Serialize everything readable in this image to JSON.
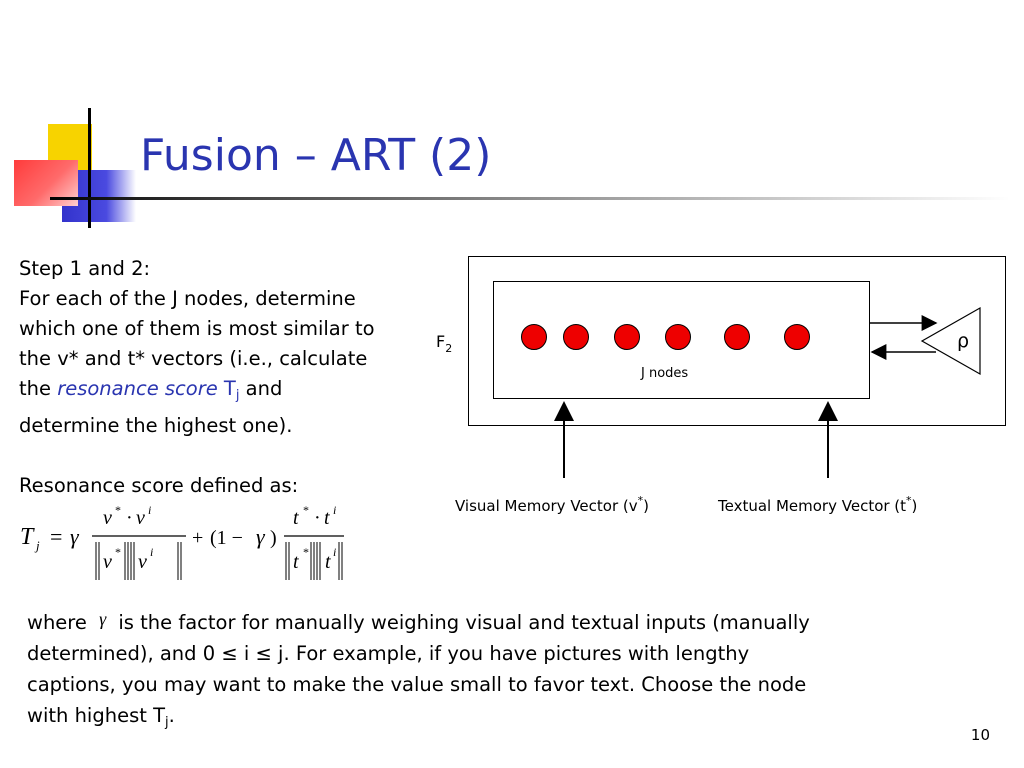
{
  "slide": {
    "title": "Fusion – ART (2)",
    "page_number": "10"
  },
  "left_text": {
    "line1": "Step 1 and 2:",
    "line2": "For each of the J nodes, determine",
    "line3": "which one of them is most similar to",
    "line4": "the v* and t* vectors (i.e., calculate",
    "line5_pre": "the ",
    "line5_emph": "resonance score",
    "line5_T": "T",
    "line5_sub": "j",
    "line5_post": " and",
    "line6": "determine the highest one).",
    "line7": "Resonance score defined as:"
  },
  "diagram": {
    "f2_label": "F",
    "f2_sub": "2",
    "j_nodes_label": "J nodes",
    "rho_label": "ρ",
    "visual_caption_pre": "Visual Memory Vector (v",
    "visual_caption_sup": "*",
    "visual_caption_post": ")",
    "textual_caption_pre": "Textual Memory Vector (t",
    "textual_caption_sup": "*",
    "textual_caption_post": ")",
    "node_color": "#ee0000"
  },
  "equation": {
    "T": "T",
    "j": "j",
    "eq": "=",
    "gamma": "γ",
    "v": "v",
    "t": "t",
    "star": "*",
    "i": "i",
    "dot": "·",
    "plus": "+",
    "one_minus": "(1 −",
    "close": ")"
  },
  "bottom_text": {
    "line1_pre": "where",
    "line1_gamma": "γ",
    "line1_post": "is the factor for manually weighing visual and textual inputs (manually",
    "line2": "determined), and 0 ≤ i ≤ j. For example, if you have pictures with lengthy",
    "line3": "captions, you may want to make the value small to favor text. Choose the node",
    "line4_pre": "with highest T",
    "line4_sub": "j",
    "line4_post": "."
  },
  "colors": {
    "title": "#2a35b0",
    "emphasis": "#2a35b0"
  }
}
